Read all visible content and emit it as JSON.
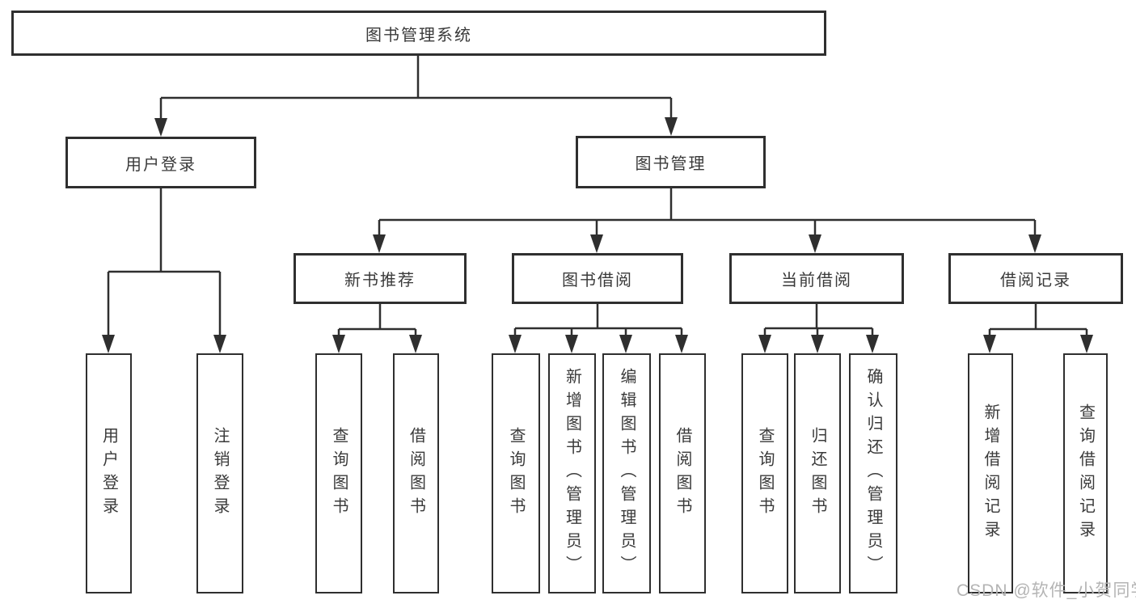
{
  "tree": {
    "label": "图书管理系统",
    "children": [
      {
        "label": "用户登录",
        "children": [
          {
            "label": "用户登录"
          },
          {
            "label": "注销登录"
          }
        ]
      },
      {
        "label": "图书管理",
        "children": [
          {
            "label": "新书推荐",
            "children": [
              {
                "label": "查询图书"
              },
              {
                "label": "借阅图书"
              }
            ]
          },
          {
            "label": "图书借阅",
            "children": [
              {
                "label": "查询图书"
              },
              {
                "label": "新增图书（管理员）"
              },
              {
                "label": "编辑图书（管理员）"
              },
              {
                "label": "借阅图书"
              }
            ]
          },
          {
            "label": "当前借阅",
            "children": [
              {
                "label": "查询图书"
              },
              {
                "label": "归还图书"
              },
              {
                "label": "确认归还（管理员）"
              }
            ]
          },
          {
            "label": "借阅记录",
            "children": [
              {
                "label": "新增借阅记录"
              },
              {
                "label": "查询借阅记录"
              }
            ]
          }
        ]
      }
    ]
  },
  "watermark": "CSDN @软件_小贺同学",
  "colors": {
    "line": "#2f2f2f",
    "text": "#3a3a3a",
    "watermark": "#b4b4b4",
    "background": "#ffffff"
  }
}
